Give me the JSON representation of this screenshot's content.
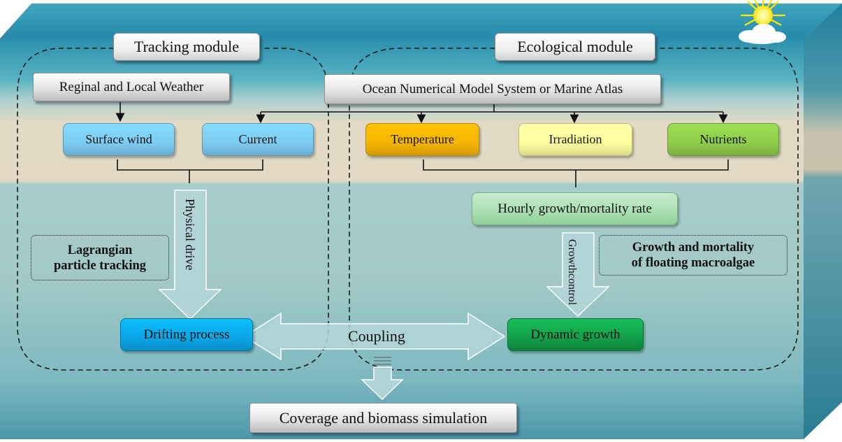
{
  "modules": {
    "tracking": "Tracking module",
    "ecological": "Ecological module"
  },
  "sources": {
    "weather": "Reginal and Local Weather",
    "ocean": "Ocean Numerical Model System or Marine Atlas"
  },
  "inputs": [
    {
      "label": "Surface wind",
      "color": "#7cccf2"
    },
    {
      "label": "Current",
      "color": "#7cccf2"
    },
    {
      "label": "Temperature",
      "color": "#f5b500"
    },
    {
      "label": "Irradiation",
      "color": "#ffff9e"
    },
    {
      "label": "Nutrients",
      "color": "#8fce4c"
    }
  ],
  "growth_rate": "Hourly growth/mortality rate",
  "arrows": {
    "physical": "Physical drive",
    "growth_line1": "Growth",
    "growth_line2": "control",
    "coupling": "Coupling"
  },
  "notes": {
    "lagrangian_line1": "Lagrangian",
    "lagrangian_line2": "particle tracking",
    "growth_line1": "Growth and mortality",
    "growth_line2": "of floating macroalgae"
  },
  "processes": {
    "drifting": "Drifting process",
    "dynamic": "Dynamic growth"
  },
  "output": "Coverage and biomass simulation",
  "colors": {
    "sky_top": "#2a8fad",
    "sand": "#e2d9c4",
    "water_mid": "#a9cccb",
    "water_deep": "#5aa0ad",
    "drifting": "#0aa6e6",
    "dynamic": "#12a04a",
    "growth_rate_box": "#a8deb0"
  }
}
